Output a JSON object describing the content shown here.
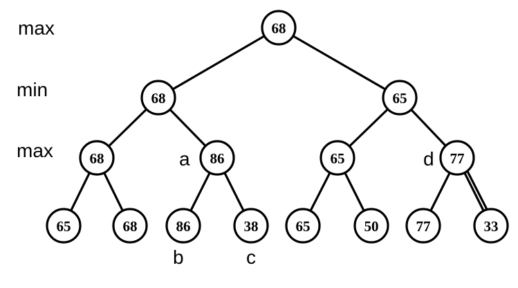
{
  "level_labels": [
    "max",
    "min",
    "max"
  ],
  "root": {
    "value": "68"
  },
  "level1": [
    {
      "value": "68"
    },
    {
      "value": "65"
    }
  ],
  "level2": [
    {
      "value": "68",
      "letter": ""
    },
    {
      "value": "86",
      "letter": "a"
    },
    {
      "value": "65",
      "letter": ""
    },
    {
      "value": "77",
      "letter": "d"
    }
  ],
  "leaves": [
    {
      "value": "65",
      "letter": ""
    },
    {
      "value": "68",
      "letter": ""
    },
    {
      "value": "86",
      "letter": "b"
    },
    {
      "value": "38",
      "letter": "c"
    },
    {
      "value": "65",
      "letter": ""
    },
    {
      "value": "50",
      "letter": ""
    },
    {
      "value": "77",
      "letter": ""
    },
    {
      "value": "33",
      "letter": ""
    }
  ],
  "colors": {
    "line": "#000000",
    "node_fill": "#ffffff",
    "text": "#000000"
  }
}
